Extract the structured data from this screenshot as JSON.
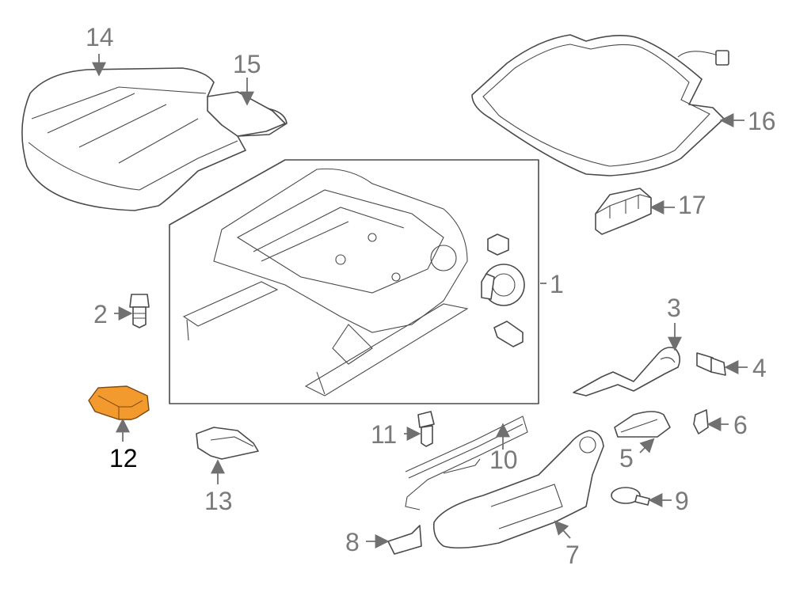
{
  "callouts": {
    "c1": "1",
    "c2": "2",
    "c3": "3",
    "c4": "4",
    "c5": "5",
    "c6": "6",
    "c7": "7",
    "c8": "8",
    "c9": "9",
    "c10": "10",
    "c11": "11",
    "c12": "12",
    "c13": "13",
    "c14": "14",
    "c15": "15",
    "c16": "16",
    "c17": "17"
  },
  "highlight": {
    "part": "12",
    "color": "#f29a2e",
    "label_color": "#000000"
  },
  "colors": {
    "line": "#4a4a4a",
    "label": "#7a7a7a",
    "background": "#ffffff"
  }
}
